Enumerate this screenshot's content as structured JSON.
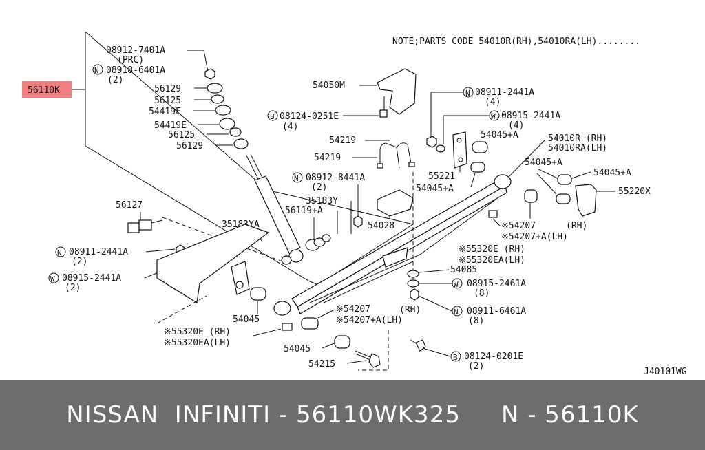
{
  "note": "NOTE;PARTS CODE 54010R(RH),54010RA(LH)........",
  "drawing_code": "J40101WG",
  "highlight": {
    "label": "56110K",
    "color": "#f08080"
  },
  "callouts": [
    {
      "id": "c1",
      "text": "08912-7401A"
    },
    {
      "id": "c2",
      "text": "(PRC)"
    },
    {
      "id": "c3",
      "text": "08918-6401A",
      "prefix": "N"
    },
    {
      "id": "c4",
      "text": "(2)"
    },
    {
      "id": "c5",
      "text": "56129"
    },
    {
      "id": "c6",
      "text": "56125"
    },
    {
      "id": "c7",
      "text": "54419E"
    },
    {
      "id": "c8",
      "text": "54419E"
    },
    {
      "id": "c9",
      "text": "56125"
    },
    {
      "id": "c10",
      "text": "56129"
    },
    {
      "id": "c11",
      "text": "54050M"
    },
    {
      "id": "c12",
      "text": "08124-0251E",
      "prefix": "B"
    },
    {
      "id": "c13",
      "text": "(4)"
    },
    {
      "id": "c14",
      "text": "08911-2441A",
      "prefix": "N"
    },
    {
      "id": "c15",
      "text": "(4)"
    },
    {
      "id": "c16",
      "text": "08915-2441A",
      "prefix": "W"
    },
    {
      "id": "c17",
      "text": "(4)"
    },
    {
      "id": "c18",
      "text": "54045+A"
    },
    {
      "id": "c19",
      "text": "54010R (RH)"
    },
    {
      "id": "c20",
      "text": "54010RA(LH)"
    },
    {
      "id": "c21",
      "text": "54219"
    },
    {
      "id": "c22",
      "text": "54219"
    },
    {
      "id": "c23",
      "text": "55221"
    },
    {
      "id": "c24",
      "text": "54045+A"
    },
    {
      "id": "c25",
      "text": "54045+A"
    },
    {
      "id": "c26",
      "text": "54045+A"
    },
    {
      "id": "c27",
      "text": "55220X"
    },
    {
      "id": "c28",
      "text": "08912-8441A",
      "prefix": "N"
    },
    {
      "id": "c29",
      "text": "(2)"
    },
    {
      "id": "c30",
      "text": "35183Y"
    },
    {
      "id": "c31",
      "text": "56119+A"
    },
    {
      "id": "c32",
      "text": "56127"
    },
    {
      "id": "c33",
      "text": "35183YA"
    },
    {
      "id": "c34",
      "text": "54028"
    },
    {
      "id": "c35",
      "text": "※54207"
    },
    {
      "id": "c36",
      "text": "(RH)"
    },
    {
      "id": "c37",
      "text": "※54207+A(LH)"
    },
    {
      "id": "c38",
      "text": "※55320E (RH)"
    },
    {
      "id": "c39",
      "text": "※55320EA(LH)"
    },
    {
      "id": "c40",
      "text": "08911-2441A",
      "prefix": "N"
    },
    {
      "id": "c41",
      "text": "(2)"
    },
    {
      "id": "c42",
      "text": "08915-2441A",
      "prefix": "W"
    },
    {
      "id": "c43",
      "text": "(2)"
    },
    {
      "id": "c44",
      "text": "54085"
    },
    {
      "id": "c45",
      "text": "08915-2461A",
      "prefix": "W"
    },
    {
      "id": "c46",
      "text": "(8)"
    },
    {
      "id": "c47",
      "text": "(RH)"
    },
    {
      "id": "c48",
      "text": "08911-6461A",
      "prefix": "N"
    },
    {
      "id": "c49",
      "text": "(8)"
    },
    {
      "id": "c50",
      "text": "54045"
    },
    {
      "id": "c51",
      "text": "※54207"
    },
    {
      "id": "c52",
      "text": "※54207+A(LH)"
    },
    {
      "id": "c53",
      "text": "※55320E (RH)"
    },
    {
      "id": "c54",
      "text": "※55320EA(LH)"
    },
    {
      "id": "c55",
      "text": "54045"
    },
    {
      "id": "c56",
      "text": "54215"
    },
    {
      "id": "c57",
      "text": "08124-0201E",
      "prefix": "B"
    },
    {
      "id": "c58",
      "text": "(2)"
    }
  ],
  "footer": {
    "text": "NISSAN  INFINITI - 56110WK325     N - 56110K"
  }
}
